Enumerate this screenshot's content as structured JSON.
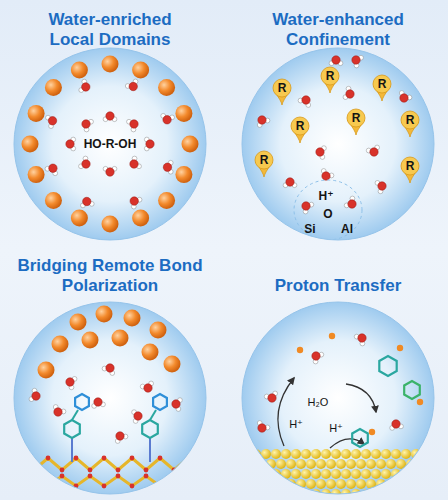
{
  "diagram": {
    "nodes": [
      {
        "text": [
          "Water-enriched Local Domains"
        ]
      },
      {
        "text": [
          "Water-enhanced Confinement"
        ]
      },
      {
        "text": [
          "Bridging Remote Bond Polarization"
        ]
      },
      {
        "text": [
          "Proton Transfer"
        ]
      }
    ],
    "labels": [
      "HO-R-OH",
      "R",
      "R",
      "R",
      "R",
      "R",
      "R",
      "R",
      "R",
      "H⁺",
      "O",
      "Si",
      "Al",
      "H⁺",
      "H₂O",
      "H⁺"
    ]
  }
}
